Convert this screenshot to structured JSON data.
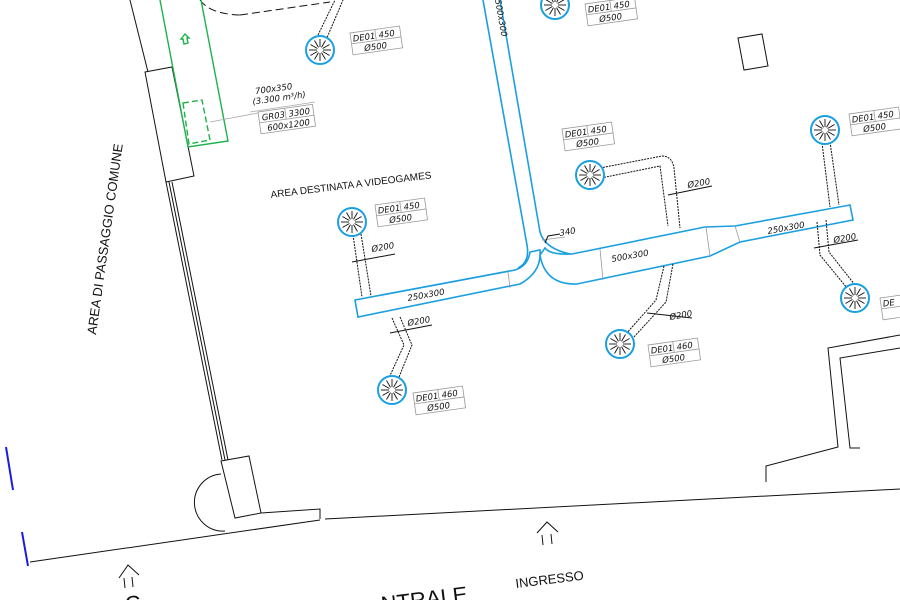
{
  "drawing": {
    "area_common": "AREA DI PASSAGGIO COMUNE",
    "area_videogames": "AREA DESTINATA A VIDEOGAMES",
    "entrance": "INGRESSO",
    "street_partial": "NTRALE",
    "street_partial_left": "C",
    "vertical_duct_size": "500x300",
    "grille": {
      "flow_size": "700x350",
      "flow_rate": "(3.300 m³/h)",
      "code": "GR03",
      "value": "3300",
      "size": "600x1200"
    },
    "diffusers": [
      {
        "code": "DE01",
        "value": "450",
        "diameter": "Ø500"
      },
      {
        "code": "DE01",
        "value": "450",
        "diameter": "Ø500"
      },
      {
        "code": "DE01",
        "value": "450",
        "diameter": "Ø500"
      },
      {
        "code": "DE01",
        "value": "450",
        "diameter": "Ø500"
      },
      {
        "code": "DE01",
        "value": "450",
        "diameter": "Ø500"
      },
      {
        "code": "DE01",
        "value": "460",
        "diameter": "Ø500"
      },
      {
        "code": "DE01",
        "value": "460",
        "diameter": "Ø500"
      },
      {
        "code": "DE",
        "value": "",
        "diameter": ""
      }
    ],
    "flex_diameter": "Ø200",
    "duct_250x300": "250x300",
    "duct_500x300": "500x300",
    "dim_340": "340"
  },
  "colors": {
    "duct": "#1a9fe0",
    "grille": "#1bb34a",
    "marker": "#1a1ae0"
  }
}
